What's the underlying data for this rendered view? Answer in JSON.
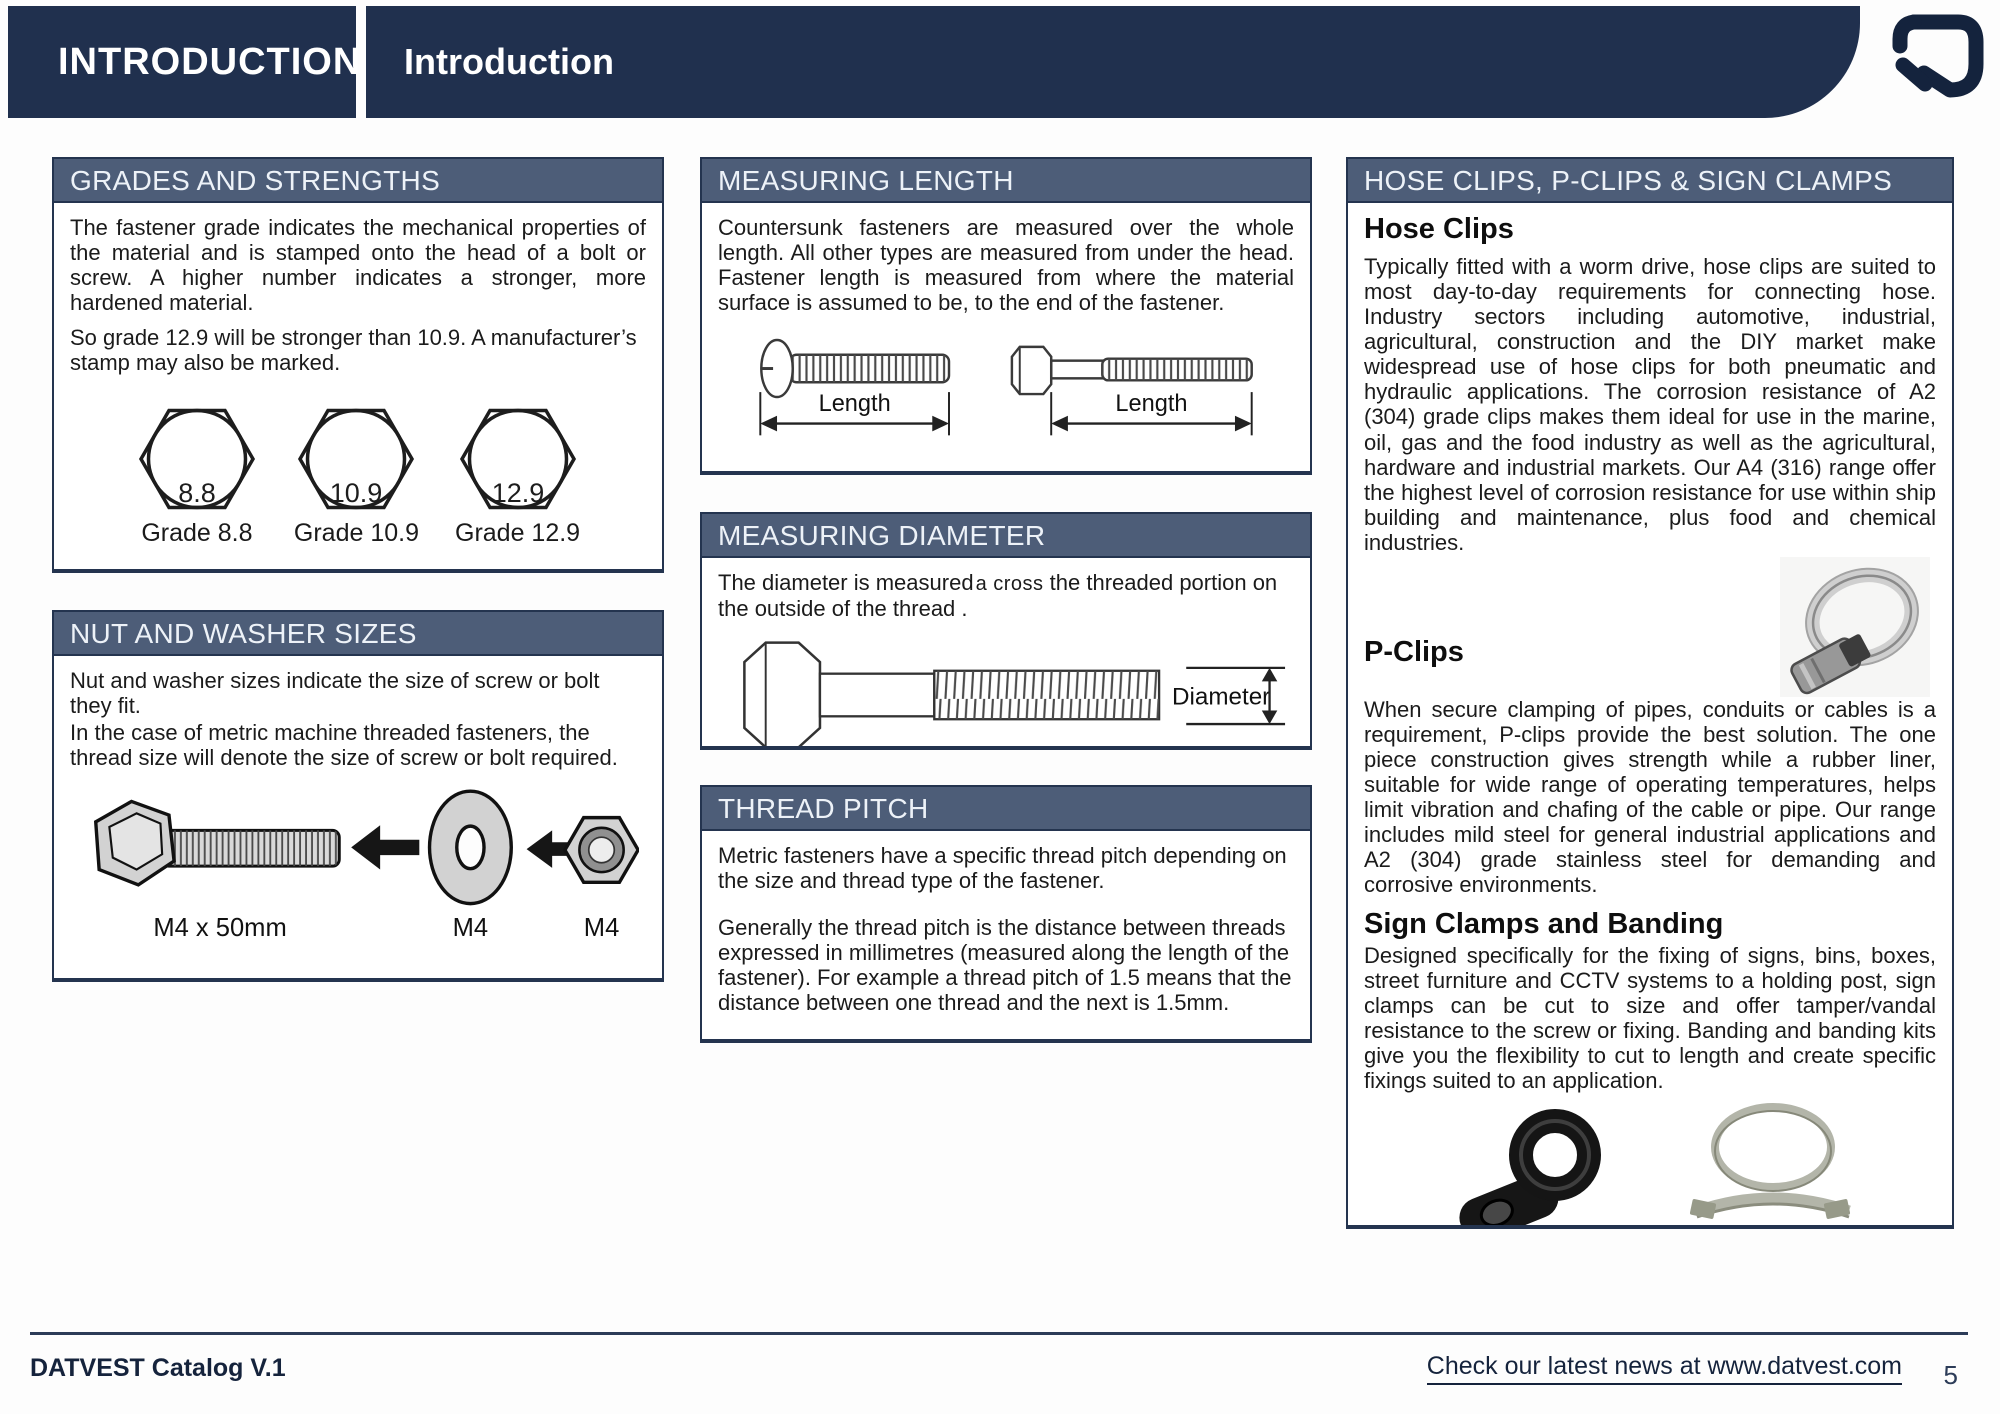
{
  "header": {
    "tab": "INTRODUCTION",
    "title": "Introduction"
  },
  "grades": {
    "title": "GRADES AND STRENGTHS",
    "para1": "The fastener grade indicates the mechanical properties of the material and is stamped onto the head of a bolt or screw. A higher number indicates a stronger, more hardened material.",
    "para2": "So grade 12.9 will be stronger than 10.9.  A manufacturer’s stamp may also be marked.",
    "items": [
      {
        "stamp": "8.8",
        "label": "Grade 8.8"
      },
      {
        "stamp": "10.9",
        "label": "Grade 10.9"
      },
      {
        "stamp": "12.9",
        "label": "Grade 12.9"
      }
    ]
  },
  "nut_washer": {
    "title": "NUT AND WASHER SIZES",
    "para1": "Nut and washer sizes indicate the size of screw or bolt they fit.",
    "para2": "In the case of metric machine threaded fasteners, the thread size will denote the size of screw or bolt required.",
    "bolt_label": "M4 x 50mm",
    "washer_label": "M4",
    "nut_label": "M4"
  },
  "measuring_length": {
    "title": "MEASURING LENGTH",
    "para": "Countersunk fasteners are measured over the whole length. All other types are measured from under the head. Fastener length is measured from where the material surface is assumed to be, to the end of the fastener.",
    "label_left": "Length",
    "label_right": "Length"
  },
  "measuring_diameter": {
    "title": "MEASURING DIAMETER",
    "para_a": "The diameter is measured",
    "para_b": "a cross",
    "para_c": "the threaded portion on the outside of the thread .",
    "label": "Diameter"
  },
  "thread_pitch": {
    "title": "THREAD PITCH",
    "para1": "Metric fasteners have a specific thread pitch depending on the size and thread type of the fastener.",
    "para2": "Generally the thread pitch is the distance between threads expressed in millimetres (measured along the length of the fastener). For example a thread pitch of 1.5 means that the distance between one thread and the next is 1.5mm."
  },
  "clips": {
    "title": "HOSE CLIPS, P-CLIPS & SIGN CLAMPS",
    "hose_heading": "Hose Clips",
    "hose_para": "Typically fitted with a worm drive, hose clips are suited to most day-to-day requirements for connecting hose. Industry sectors including automotive, industrial, agricultural, construction and the DIY market make widespread use of hose clips for both pneumatic and hydraulic applications. The corrosion resistance of A2 (304) grade clips makes them ideal for use in the marine, oil, gas and the food industry as well as the agricultural, hardware and industrial markets. Our A4 (316) range offer the highest level of corrosion resistance for use within ship building and maintenance, plus food and chemical industries.",
    "pclip_heading": "P-Clips",
    "pclip_para": "When secure clamping of pipes, conduits or cables is a requirement, P-clips provide the best solution. The one piece construction gives strength while a rubber liner, suitable for wide range of operating temperatures, helps limit vibration and chafing of the cable or pipe. Our range includes mild steel for general industrial applications and A2 (304) grade stainless steel for demanding and corrosive environments.",
    "sign_heading": "Sign Clamps and Banding",
    "sign_para": "Designed specifically for the fixing of signs, bins, boxes, street furniture and CCTV systems to a holding post, sign clamps can be cut to size and offer tamper/vandal resistance to the screw or fixing. Banding and banding kits give you the flexibility to cut to length and create specific fixings suited to an application."
  },
  "footer": {
    "left": "DATVEST Catalog V.1",
    "link": "Check our latest news at www.datvest.com",
    "page": "5"
  },
  "colors": {
    "header_navy": "#20304e",
    "section_slate": "#4d5d78",
    "border_navy": "#24344f",
    "footer_navy": "#15233c"
  }
}
